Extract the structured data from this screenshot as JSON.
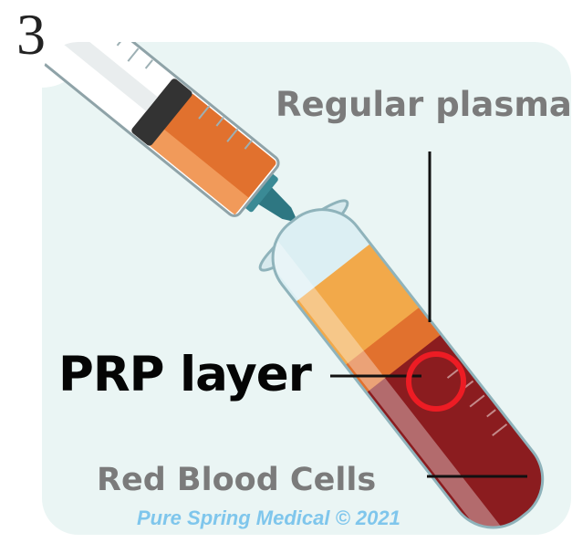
{
  "step_number": "3",
  "labels": {
    "regular_plasma": "Regular plasma",
    "prp_layer": "PRP layer",
    "red_blood_cells": "Red Blood Cells"
  },
  "credit": "Pure Spring Medical © 2021",
  "colors": {
    "panel_background": "#eaf5f4",
    "plasma": "#f2a94a",
    "prp_band": "#e1712e",
    "red_blood_cells": "#8b1c1f",
    "highlight_ring": "#ed1c24",
    "syringe_fluid": "#e1712e",
    "needle_hub": "#2e7782",
    "credit_text": "#7fc6ec"
  }
}
